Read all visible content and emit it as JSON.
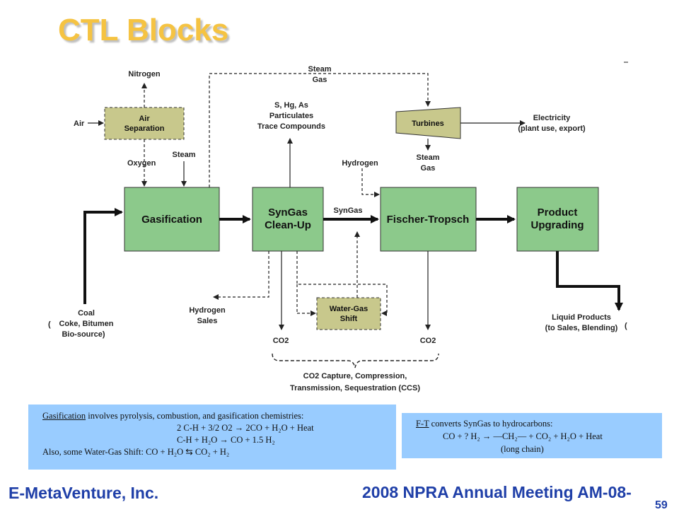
{
  "title": "CTL Blocks",
  "boxes": {
    "gasification": "Gasification",
    "syngas_cleanup_1": "SynGas",
    "syngas_cleanup_2": "Clean-Up",
    "fischer_tropsch": "Fischer-Tropsch",
    "product_upgrading_1": "Product",
    "product_upgrading_2": "Upgrading",
    "air_separation_1": "Air",
    "air_separation_2": "Separation",
    "water_gas_shift_1": "Water-Gas",
    "water_gas_shift_2": "Shift",
    "turbines": "Turbines"
  },
  "labels": {
    "nitrogen": "Nitrogen",
    "air": "Air",
    "oxygen": "Oxygen",
    "steam": "Steam",
    "steam_gas_top_1": "Steam",
    "steam_gas_top_2": "Gas",
    "impurities_1": "S, Hg, As",
    "impurities_2": "Particulates",
    "impurities_3": "Trace Compounds",
    "electricity_1": "Electricity",
    "electricity_2": "(plant use, export)",
    "hydrogen": "Hydrogen",
    "steam_gas_ft_1": "Steam",
    "steam_gas_ft_2": "Gas",
    "syngas": "SynGas",
    "coal_1": "Coal",
    "coal_2": "Coke, Bitumen",
    "coal_3": "Bio-source)",
    "hydrogen_sales_1": "Hydrogen",
    "hydrogen_sales_2": "Sales",
    "co2_left": "CO2",
    "co2_right": "CO2",
    "liquid_1": "Liquid Products",
    "liquid_2": "(to Sales, Blending)",
    "ccs_1": "CO2 Capture, Compression,",
    "ccs_2": "Transmission, Sequestration (CCS)"
  },
  "note_gasification": {
    "term": "Gasification",
    "intro": " involves pyrolysis, combustion, and gasification chemistries:",
    "eq1": "2 C-H + 3/2 O2 → 2CO + H₂O + Heat",
    "eq2": "C-H + H₂O → CO + 1.5 H₂",
    "eq3": "Also, some Water-Gas Shift: CO + H₂O ⇆ CO₂ + H₂"
  },
  "note_ft": {
    "term": "F-T",
    "intro": " converts SynGas to hydrocarbons:",
    "eq1": "CO + ? H₂ → —CH₂— + CO₂ + H₂O + Heat",
    "eq2": "(long chain)"
  },
  "footer": {
    "left": "E-MetaVenture, Inc.",
    "right": "2008 NPRA Annual Meeting AM-08-",
    "right2": "59"
  },
  "colors": {
    "green_box": "#8cc98b",
    "khaki_box": "#c8c88c",
    "note_bg": "#99ccff",
    "title": "#f5c342",
    "footer": "#1f3fa8"
  }
}
